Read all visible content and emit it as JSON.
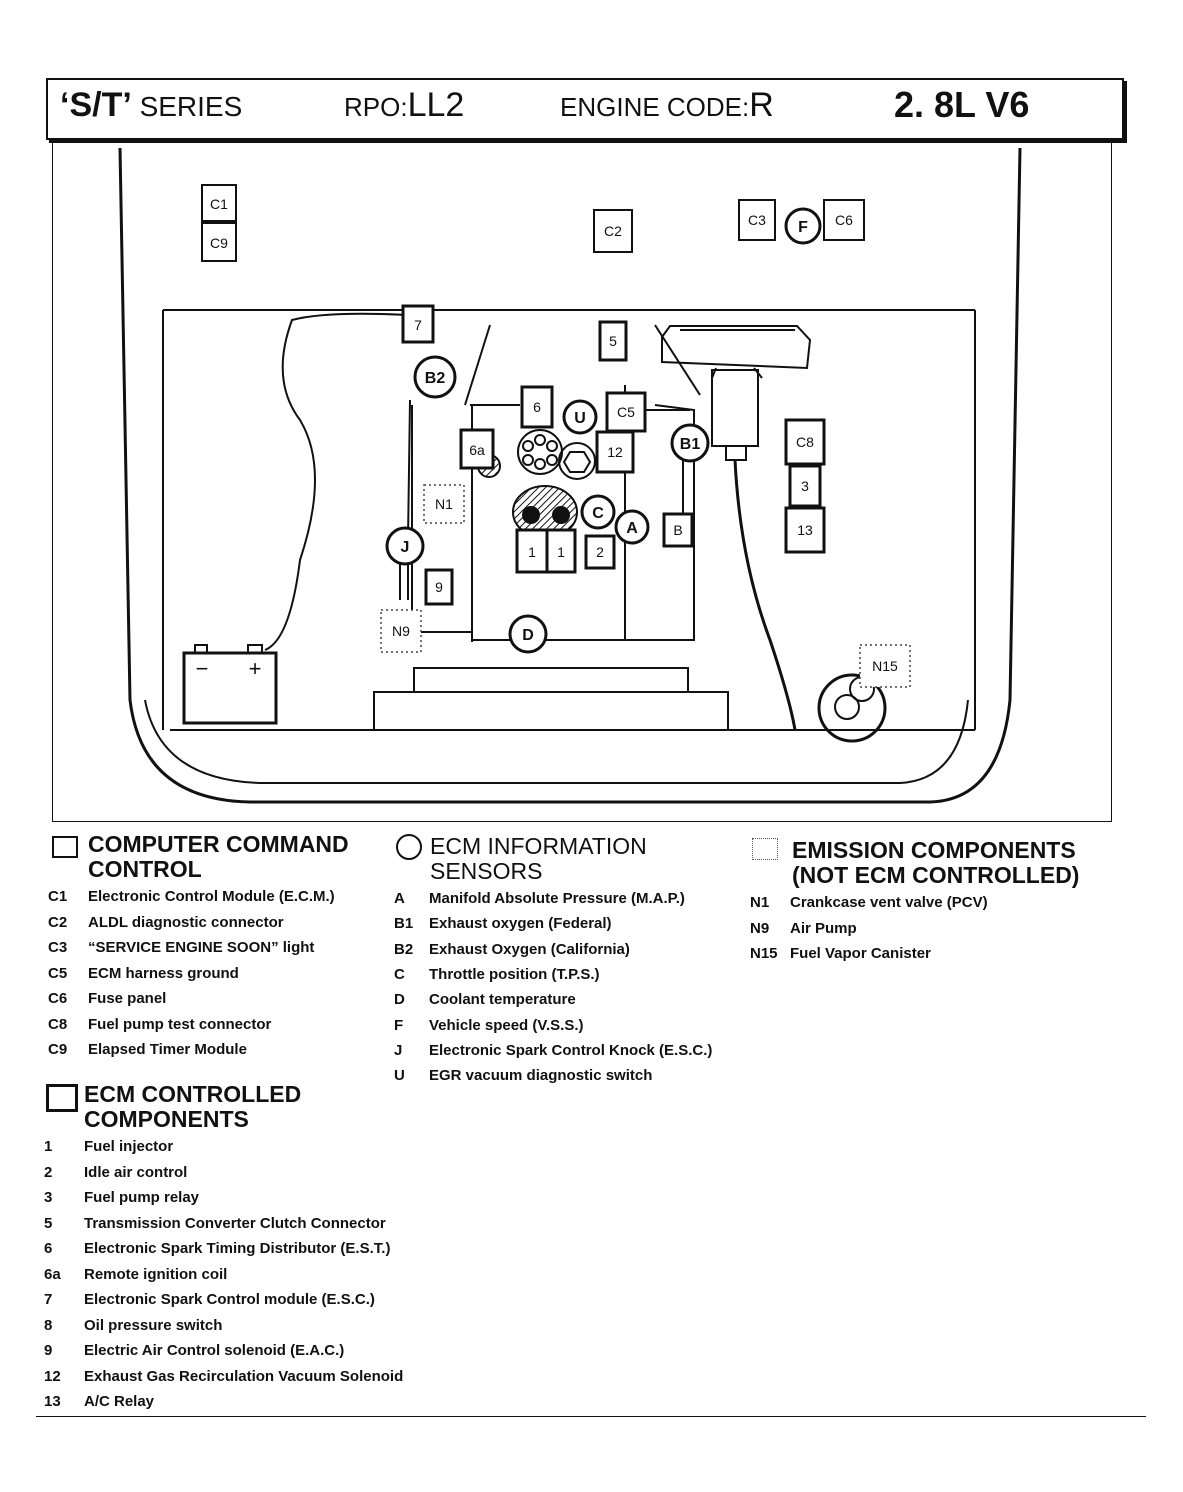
{
  "header": {
    "series_quote": "‘S/T’",
    "series_word": "SERIES",
    "rpo_label": "RPO:",
    "rpo_value": "LL2",
    "engine_code_label": "ENGINE CODE:",
    "engine_code_value": "R",
    "displacement": "2. 8L  V6"
  },
  "diagram_labels": {
    "C1": "C1",
    "C9": "C9",
    "C2": "C2",
    "C3": "C3",
    "F": "F",
    "C6": "C6",
    "7": "7",
    "5": "5",
    "B2": "B2",
    "6": "6",
    "U": "U",
    "C5": "C5",
    "6a": "6a",
    "12": "12",
    "B1": "B1",
    "C8": "C8",
    "3": "3",
    "13": "13",
    "N1": "N1",
    "C": "C",
    "A": "A",
    "B": "B",
    "J": "J",
    "1a": "1",
    "1b": "1",
    "2": "2",
    "9": "9",
    "N9": "N9",
    "D": "D",
    "N15": "N15",
    "battery_minus": "−",
    "battery_plus": "+"
  },
  "legend": {
    "computer_command": {
      "heading": [
        "COMPUTER COMMAND",
        "CONTROL"
      ],
      "items": [
        {
          "code": "C1",
          "text": "Electronic Control Module (E.C.M.)"
        },
        {
          "code": "C2",
          "text": "ALDL diagnostic connector"
        },
        {
          "code": "C3",
          "text": "“SERVICE ENGINE SOON” light"
        },
        {
          "code": "C5",
          "text": "ECM harness ground"
        },
        {
          "code": "C6",
          "text": "Fuse panel"
        },
        {
          "code": "C8",
          "text": "Fuel pump test connector"
        },
        {
          "code": "C9",
          "text": "Elapsed Timer Module"
        }
      ]
    },
    "ecm_controlled": {
      "heading": [
        "ECM CONTROLLED",
        "COMPONENTS"
      ],
      "items": [
        {
          "code": "1",
          "text": "Fuel injector"
        },
        {
          "code": "2",
          "text": "Idle air control"
        },
        {
          "code": "3",
          "text": "Fuel pump relay"
        },
        {
          "code": "5",
          "text": "Transmission Converter Clutch Connector"
        },
        {
          "code": "6",
          "text": "Electronic Spark Timing Distributor (E.S.T.)"
        },
        {
          "code": "6a",
          "text": "Remote ignition coil"
        },
        {
          "code": "7",
          "text": "Electronic Spark Control module (E.S.C.)"
        },
        {
          "code": "8",
          "text": "Oil pressure switch"
        },
        {
          "code": "9",
          "text": "Electric Air Control solenoid (E.A.C.)"
        },
        {
          "code": "12",
          "text": "Exhaust Gas Recirculation Vacuum Solenoid"
        },
        {
          "code": "13",
          "text": "A/C Relay"
        }
      ]
    },
    "ecm_sensors": {
      "heading": [
        "ECM INFORMATION",
        "SENSORS"
      ],
      "items": [
        {
          "code": "A",
          "text": "Manifold Absolute Pressure (M.A.P.)"
        },
        {
          "code": "B1",
          "text": "Exhaust oxygen (Federal)"
        },
        {
          "code": "B2",
          "text": "Exhaust Oxygen (California)"
        },
        {
          "code": "C",
          "text": "Throttle position (T.P.S.)"
        },
        {
          "code": "D",
          "text": "Coolant temperature"
        },
        {
          "code": "F",
          "text": "Vehicle speed (V.S.S.)"
        },
        {
          "code": "J",
          "text": "Electronic Spark Control Knock (E.S.C.)"
        },
        {
          "code": "U",
          "text": "EGR vacuum diagnostic switch"
        }
      ]
    },
    "emission": {
      "heading": [
        "EMISSION COMPONENTS",
        "(NOT ECM CONTROLLED)"
      ],
      "items": [
        {
          "code": "N1",
          "text": "Crankcase vent valve (PCV)"
        },
        {
          "code": "N9",
          "text": "Air Pump"
        },
        {
          "code": "N15",
          "text": "Fuel Vapor Canister"
        }
      ]
    }
  }
}
